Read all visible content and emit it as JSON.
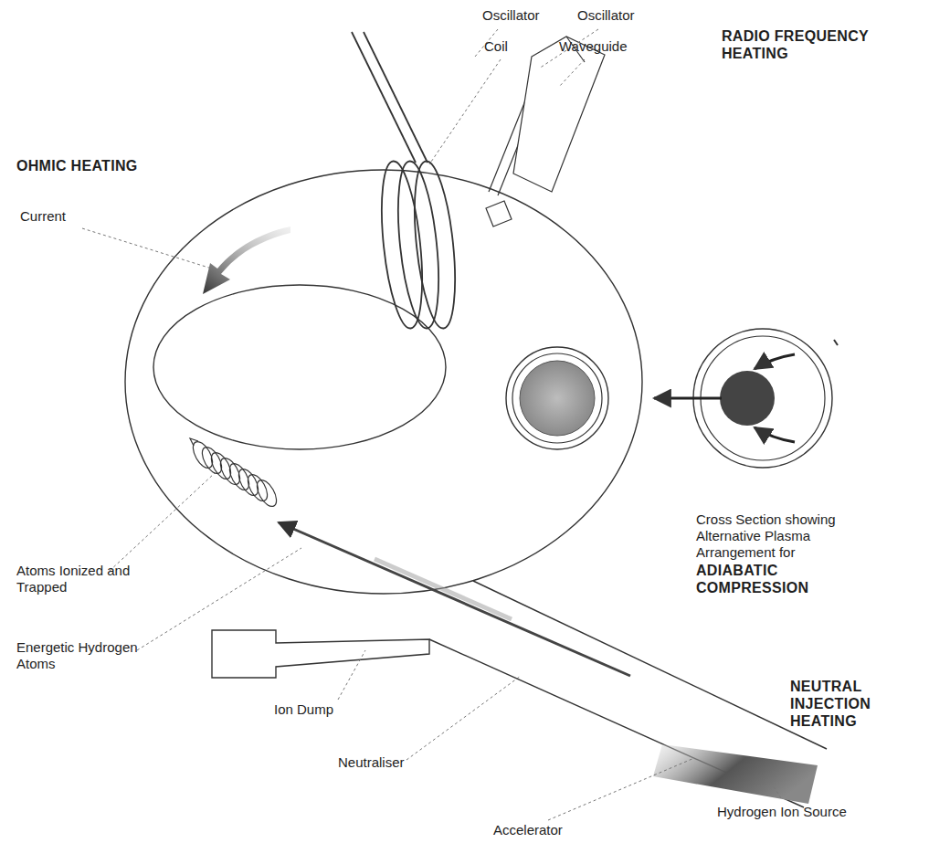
{
  "diagram": {
    "labels": [
      "Oscillator",
      "Oscillator",
      "Coil",
      "Waveguide",
      "RADIO FREQUENCY HEATING",
      "OHMIC HEATING",
      "Current",
      "Cross Section showing Alternative Plasma Arrangement for",
      "ADIABATIC COMPRESSION",
      "Atoms Ionized and Trapped",
      "Energetic Hydrogen Atoms",
      "Ion Dump",
      "NEUTRAL INJECTION HEATING",
      "Neutraliser",
      "Hydrogen Ion Source",
      "Accelerator"
    ]
  }
}
